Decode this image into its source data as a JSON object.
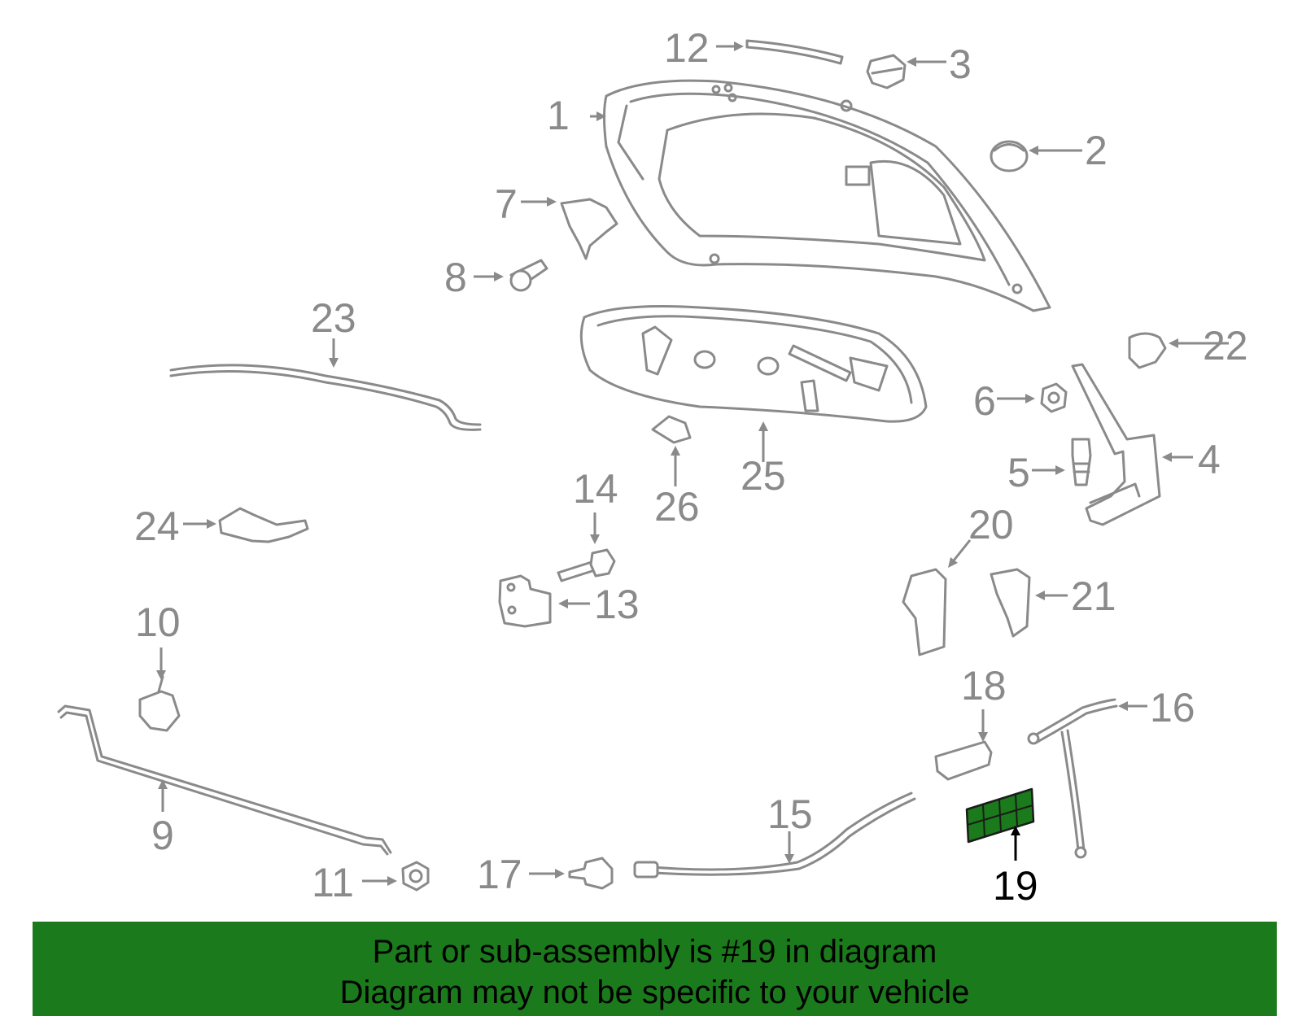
{
  "callouts": [
    {
      "id": "1",
      "highlighted": false
    },
    {
      "id": "2",
      "highlighted": false
    },
    {
      "id": "3",
      "highlighted": false
    },
    {
      "id": "4",
      "highlighted": false
    },
    {
      "id": "5",
      "highlighted": false
    },
    {
      "id": "6",
      "highlighted": false
    },
    {
      "id": "7",
      "highlighted": false
    },
    {
      "id": "8",
      "highlighted": false
    },
    {
      "id": "9",
      "highlighted": false
    },
    {
      "id": "10",
      "highlighted": false
    },
    {
      "id": "11",
      "highlighted": false
    },
    {
      "id": "12",
      "highlighted": false
    },
    {
      "id": "13",
      "highlighted": false
    },
    {
      "id": "14",
      "highlighted": false
    },
    {
      "id": "15",
      "highlighted": false
    },
    {
      "id": "16",
      "highlighted": false
    },
    {
      "id": "17",
      "highlighted": false
    },
    {
      "id": "18",
      "highlighted": false
    },
    {
      "id": "19",
      "highlighted": true
    },
    {
      "id": "20",
      "highlighted": false
    },
    {
      "id": "21",
      "highlighted": false
    },
    {
      "id": "22",
      "highlighted": false
    },
    {
      "id": "23",
      "highlighted": false
    },
    {
      "id": "24",
      "highlighted": false
    },
    {
      "id": "25",
      "highlighted": false
    },
    {
      "id": "26",
      "highlighted": false
    }
  ],
  "colors": {
    "part_line": "#8a8a8a",
    "highlight_part": "#1b7a1b",
    "highlight_text": "#000000",
    "banner_background": "#1b7a1b",
    "banner_text": "#000000"
  },
  "banner": {
    "line1": "Part or sub-assembly is #19 in diagram",
    "line2": "Diagram may not be specific to your vehicle"
  }
}
